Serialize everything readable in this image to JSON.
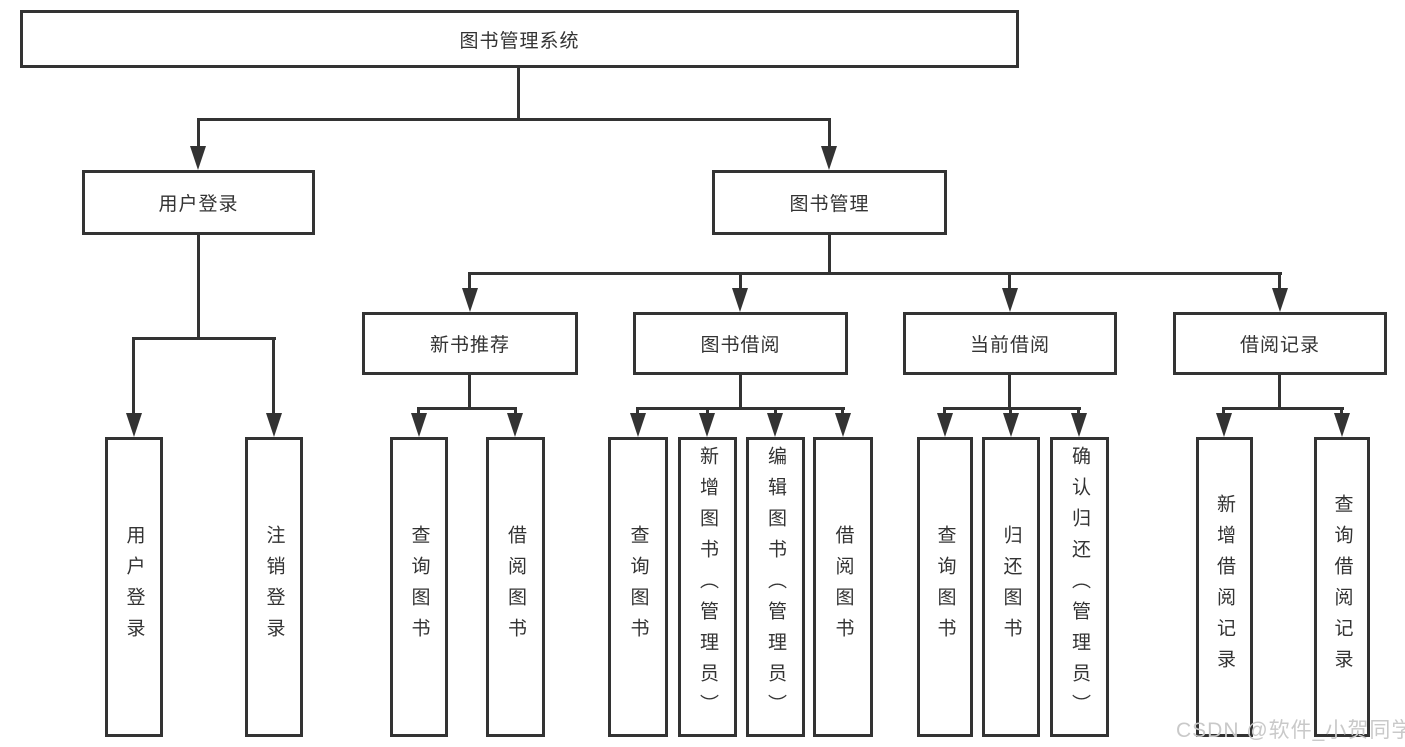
{
  "colors": {
    "line": "#333333",
    "text": "#333333",
    "box_background": "#ffffff",
    "watermark": "#c9c9c9",
    "page_background": "#ffffff"
  },
  "watermark": {
    "text": "CSDN @软件_小贺同学"
  },
  "diagram": {
    "root": {
      "label": "图书管理系统"
    },
    "branches": [
      {
        "label": "用户登录",
        "children": [
          {
            "label": "用户登录"
          },
          {
            "label": "注销登录"
          }
        ]
      },
      {
        "label": "图书管理",
        "children": [
          {
            "label": "新书推荐",
            "children": [
              {
                "label": "查询图书"
              },
              {
                "label": "借阅图书"
              }
            ]
          },
          {
            "label": "图书借阅",
            "children": [
              {
                "label": "查询图书"
              },
              {
                "label": "新增图书（管理员）"
              },
              {
                "label": "编辑图书（管理员）"
              },
              {
                "label": "借阅图书"
              }
            ]
          },
          {
            "label": "当前借阅",
            "children": [
              {
                "label": "查询图书"
              },
              {
                "label": "归还图书"
              },
              {
                "label": "确认归还（管理员）"
              }
            ]
          },
          {
            "label": "借阅记录",
            "children": [
              {
                "label": "新增借阅记录"
              },
              {
                "label": "查询借阅记录"
              }
            ]
          }
        ]
      }
    ]
  }
}
